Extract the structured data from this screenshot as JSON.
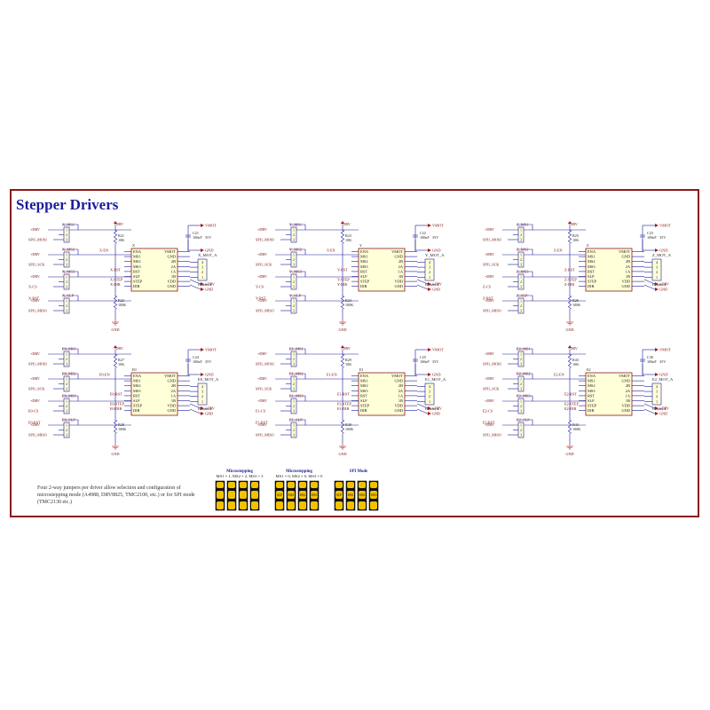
{
  "sheet": {
    "title": "Stepper Drivers",
    "note_lines": [
      "Four 2-way jumpers per driver allow selection and configuration of",
      "microstepping mode (A4988, DRV8825, TMC2100, etc.) or for SPI mode",
      "(TMC2130 etc.)"
    ],
    "colors": {
      "frame": "#8b1a1a",
      "wire": "#1c1c9c",
      "power": "#b01818",
      "label": "#7a0a0a",
      "ic_fill": "#ffffd8",
      "jumper": "#f2c200"
    }
  },
  "ic_pins_left": [
    "ENA",
    "MS1",
    "MS2",
    "MS3",
    "RST",
    "SLP",
    "STEP",
    "DIR"
  ],
  "ic_pins_right": [
    "VMOT",
    "GND",
    "2B",
    "2A",
    "1A",
    "1B",
    "VDD",
    "GND"
  ],
  "common": {
    "drv": "+DRV",
    "vmot": "VMOT",
    "gnd": "GND",
    "header_name": "Header 4",
    "header_pins": [
      "4",
      "3",
      "2",
      "1"
    ],
    "jumper_pins": [
      "1",
      "2",
      "3"
    ],
    "cap_value_1": "100nF",
    "cap_value_2": "35V",
    "r_value_top": "10K",
    "r_value_bottom": "100K",
    "spi_mosi": "SPI1_MOSI",
    "spi_sck": "SPI1_SCK",
    "spi_miso": "SPI1_MISO"
  },
  "drivers": [
    {
      "axis": "X",
      "ms1": "X_MS1",
      "ms2": "X_MS2",
      "ms3": "X_MS3",
      "slp": "X_SLP",
      "cs": "X-CS",
      "rst": "X-RST",
      "en": "X-EN",
      "step": "X-STEP",
      "dir": "X-DIR",
      "mot": "X_MOT_A",
      "ic": "X",
      "cap": "C21",
      "r_top": "R21",
      "r_bot": "R22"
    },
    {
      "axis": "Y",
      "ms1": "Y_MS1",
      "ms2": "Y_MS2",
      "ms3": "Y_MS3",
      "slp": "Y_SLP",
      "cs": "Y-CS",
      "rst": "Y-RST",
      "en": "Y-EN",
      "step": "Y-STEP",
      "dir": "Y-DIR",
      "mot": "Y_MOT_A",
      "ic": "Y",
      "cap": "C22",
      "r_top": "R23",
      "r_bot": "R24"
    },
    {
      "axis": "Z",
      "ms1": "Z_MS1",
      "ms2": "Z_MS2",
      "ms3": "Z_MS3",
      "slp": "Z_SLP",
      "cs": "Z-CS",
      "rst": "Z-RST",
      "en": "Z-EN",
      "step": "Z-STEP",
      "dir": "Z-DIR",
      "mot": "Z_MOT_A",
      "ic": "Z",
      "cap": "C23",
      "r_top": "R25",
      "r_bot": "R26"
    },
    {
      "axis": "E0",
      "ms1": "E0_MS1",
      "ms2": "E0_MS2",
      "ms3": "E0_MS3",
      "slp": "E0_SLP",
      "cs": "E0-CS",
      "rst": "E0-RST",
      "en": "E0-EN",
      "step": "E0-STEP",
      "dir": "E0-DIR",
      "mot": "E0_MOT_A",
      "ic": "E0",
      "cap": "C24",
      "r_top": "R27",
      "r_bot": "R28"
    },
    {
      "axis": "E1",
      "ms1": "E1_MS1",
      "ms2": "E1_MS2",
      "ms3": "E1_MS3",
      "slp": "E1_SLP",
      "cs": "E1-CS",
      "rst": "E1-RST",
      "en": "E1-EN",
      "step": "E1-STEP",
      "dir": "E1-DIR",
      "mot": "E1_MOT_A",
      "ic": "E1",
      "cap": "C25",
      "r_top": "R29",
      "r_bot": "R30"
    },
    {
      "axis": "E2",
      "ms1": "E2_MS1",
      "ms2": "E2_MS2",
      "ms3": "E2_MS3",
      "slp": "E2_SLP",
      "cs": "E2-CS",
      "rst": "E2-RST",
      "en": "E2-EN",
      "step": "E2-STEP",
      "dir": "E2-DIR",
      "mot": "E2_MOT_A",
      "ic": "E2",
      "cap": "C30",
      "r_top": "R43",
      "r_bot": "R44"
    }
  ],
  "jumper_legends": [
    {
      "title": "Microstepping",
      "subtitle": "MS1 = 1, MS2 = 2, MS3 = 3",
      "labels": [
        "",
        "",
        "",
        ""
      ]
    },
    {
      "title": "Microstepping",
      "subtitle": "MS1 = 0, MS2 = 0, MS3 = 0",
      "labels": [
        "SLP",
        "MS1",
        "MS2",
        "MS3"
      ]
    },
    {
      "title": "SPI Mode",
      "subtitle": "",
      "labels": [
        "SLP",
        "MS1",
        "MS2",
        "MS3"
      ]
    }
  ]
}
